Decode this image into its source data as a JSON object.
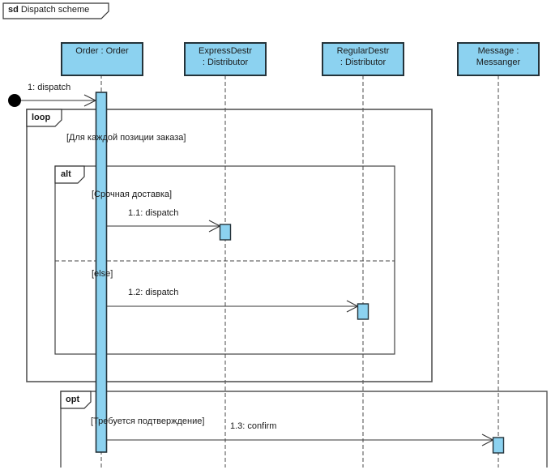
{
  "frame": {
    "keyword": "sd",
    "title": "Dispatch scheme"
  },
  "lifelines": [
    {
      "label_line1": "Order : Order",
      "label_line2": ""
    },
    {
      "label_line1": "ExpressDestr",
      "label_line2": ": Distributor"
    },
    {
      "label_line1": "RegularDestr",
      "label_line2": ": Distributor"
    },
    {
      "label_line1": "Message :",
      "label_line2": "Messanger"
    }
  ],
  "messages": [
    {
      "label": "1: dispatch"
    },
    {
      "label": "1.1: dispatch"
    },
    {
      "label": "1.2: dispatch"
    },
    {
      "label": "1.3: confirm"
    }
  ],
  "fragments": {
    "loop": {
      "operator": "loop",
      "guard": "[Для каждой позиции заказа]"
    },
    "alt": {
      "operator": "alt",
      "guard_urgent": "[Срочная доставка]",
      "guard_else": "[else]"
    },
    "opt": {
      "operator": "opt",
      "guard": "[Требуется подтверждение]"
    }
  },
  "colors": {
    "lifeline_fill": "#8CD2F0",
    "lifeline_border": "#24333A",
    "frame_stroke": "#555555",
    "line": "#333333",
    "text": "#1A1A1A",
    "background": "#FFFFFF"
  }
}
